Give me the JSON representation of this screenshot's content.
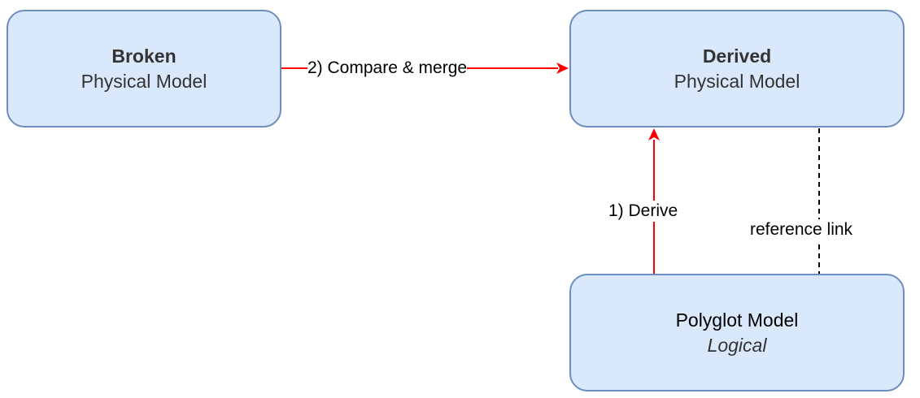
{
  "nodes": {
    "broken": {
      "title": "Broken",
      "subtitle": "Physical Model"
    },
    "derived": {
      "title": "Derived",
      "subtitle": "Physical Model"
    },
    "polyglot": {
      "title": "Polyglot Model",
      "subtitle": "Logical"
    }
  },
  "edges": {
    "compare_merge": {
      "label": "2) Compare & merge",
      "from": "broken",
      "to": "derived",
      "color": "#ff0000",
      "style": "solid"
    },
    "derive": {
      "label": "1) Derive",
      "from": "polyglot",
      "to": "derived",
      "color": "#ff0000",
      "style": "solid"
    },
    "reference_link": {
      "label": "reference link",
      "from": "polyglot",
      "to": "derived",
      "color": "#000000",
      "style": "dashed"
    }
  },
  "colors": {
    "node_fill": "#dae8fc",
    "node_border": "#6c8ebf",
    "arrow": "#ff0000"
  }
}
